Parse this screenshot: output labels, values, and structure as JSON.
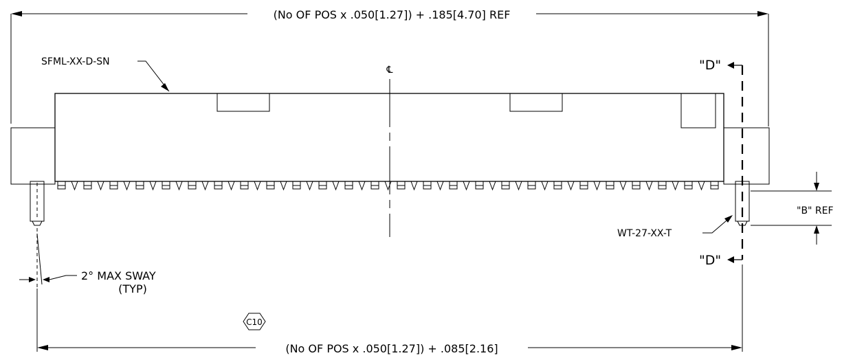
{
  "drawing": {
    "top_dimension": "(No OF POS x .050[1.27]) + .185[4.70] REF",
    "bottom_dimension": "(No OF POS x .050[1.27]) + .085[2.16]",
    "part_label_connector": "SFML-XX-D-SN",
    "part_label_post": "WT-27-XX-T",
    "centerline_symbol": "℄",
    "section_label_top": "\"D\"",
    "section_label_bottom": "\"D\"",
    "dim_b_label": "\"B\" REF",
    "sway_note_line1": "2° MAX SWAY",
    "sway_note_line2": "(TYP)",
    "revision_tag": "C10"
  }
}
